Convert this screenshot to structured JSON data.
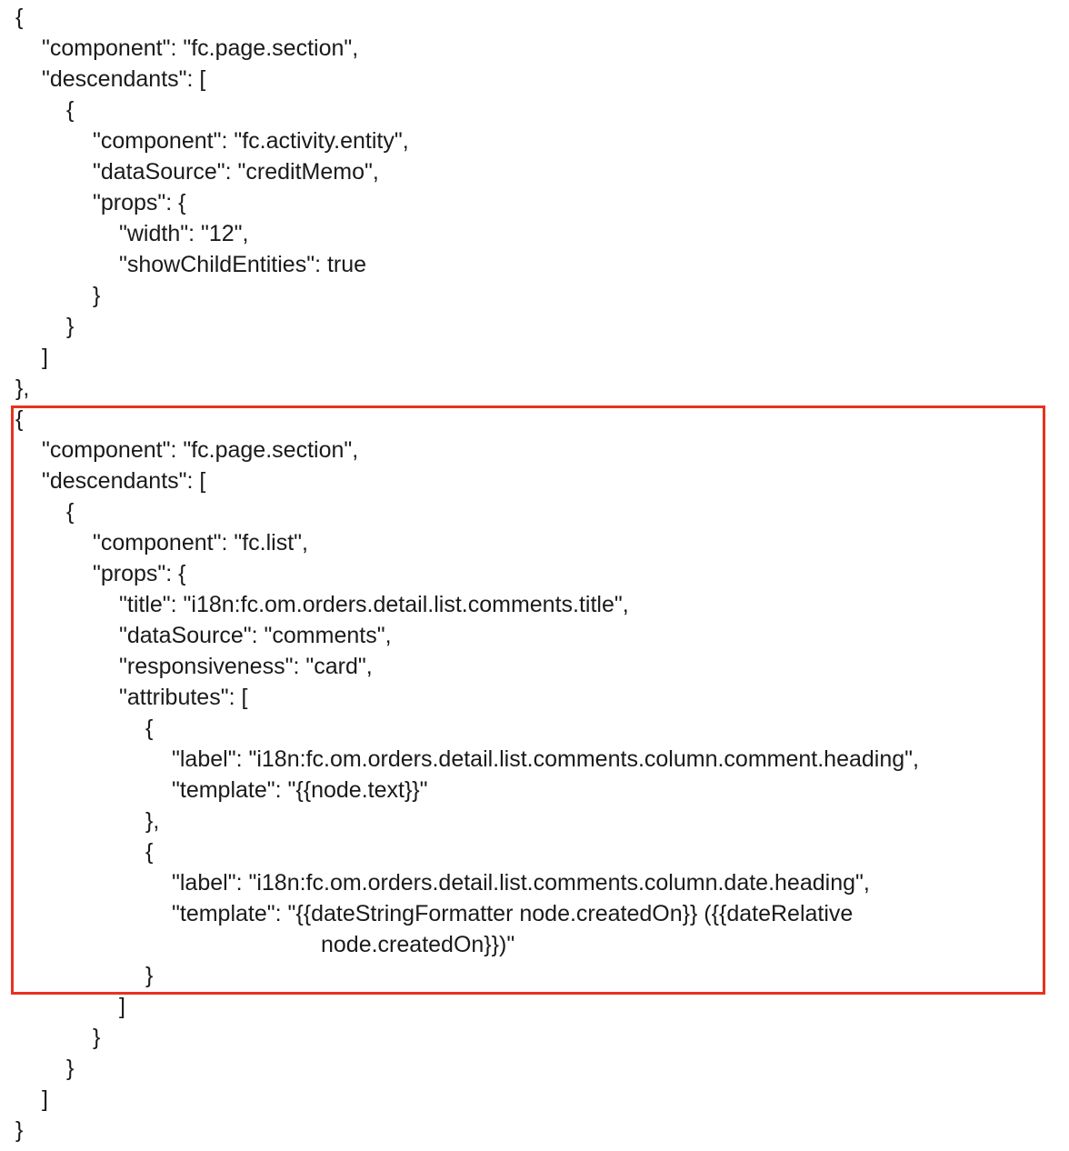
{
  "highlight_color": "#e8321f",
  "code_lines": [
    "{",
    "\"component\": \"fc.page.section\",",
    "\"descendants\": [",
    "{",
    "\"component\": \"fc.activity.entity\",",
    "\"dataSource\": \"creditMemo\",",
    "\"props\": {",
    "\"width\": \"12\",",
    "\"showChildEntities\": true",
    "}",
    "}",
    "]",
    "},",
    "{",
    "\"component\": \"fc.page.section\",",
    "\"descendants\": [",
    "{",
    "\"component\": \"fc.list\",",
    "\"props\": {",
    "\"title\": \"i18n:fc.om.orders.detail.list.comments.title\",",
    "\"dataSource\": \"comments\",",
    "\"responsiveness\": \"card\",",
    "\"attributes\": [",
    "{",
    "\"label\": \"i18n:fc.om.orders.detail.list.comments.column.comment.heading\",",
    "\"template\": \"{{node.text}}\"",
    "},",
    "{",
    "\"label\": \"i18n:fc.om.orders.detail.list.comments.column.date.heading\",",
    "\"template\": \"{{dateStringFormatter node.createdOn}} ({{dateRelative",
    "node.createdOn}})\"",
    "}",
    "]",
    "}",
    "}",
    "]",
    "}"
  ]
}
